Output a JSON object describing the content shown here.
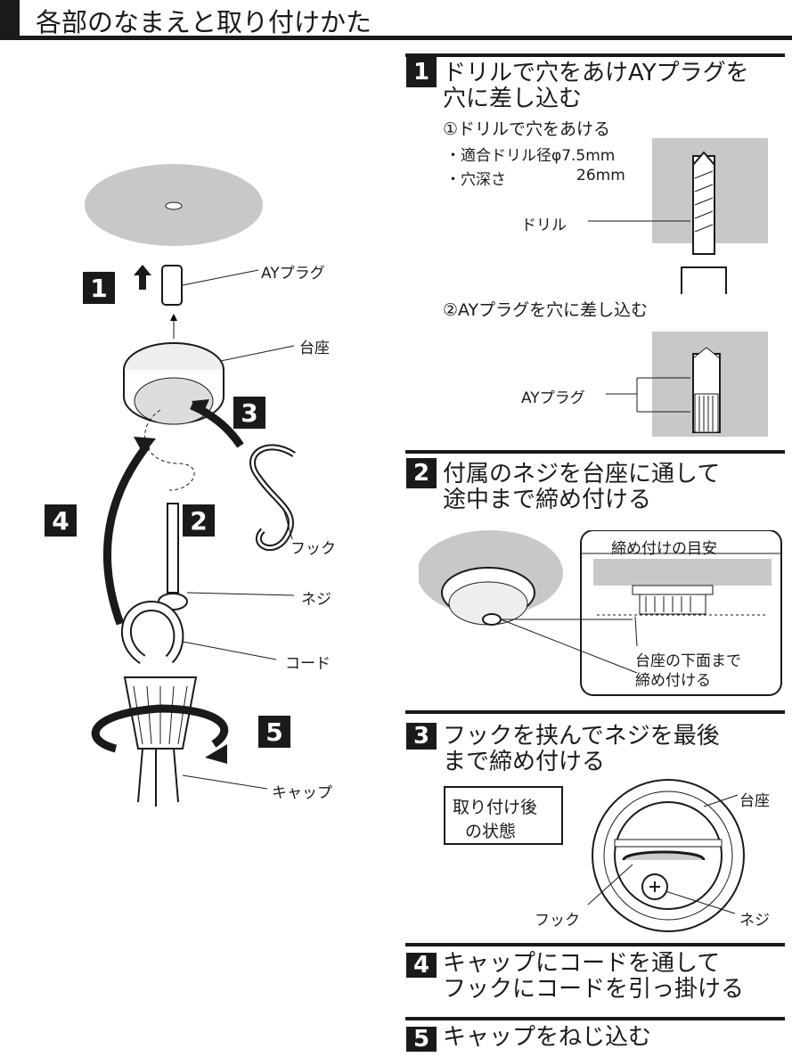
{
  "title": "各部のなまえと取り付けかた",
  "left": {
    "numbers": [
      "1",
      "2",
      "3",
      "4",
      "5"
    ],
    "labels": {
      "plug": "AYプラグ",
      "base": "台座",
      "hook": "フック",
      "screw": "ネジ",
      "cord": "コード",
      "cap": "キャップ"
    }
  },
  "steps": [
    {
      "num": "1",
      "lines": [
        "ドリルで穴をあけAYプラグを",
        "穴に差し込む"
      ],
      "sub1": "①ドリルで穴をあける",
      "bullet1": "・適合ドリル径φ7.5mm",
      "bullet2_label": "・穴深さ",
      "bullet2_value": "26mm",
      "drill_label": "ドリル",
      "sub2": "②AYプラグを穴に差し込む",
      "plug_label": "AYプラグ"
    },
    {
      "num": "2",
      "lines": [
        "付属のネジを台座に通して",
        "途中まで締め付ける"
      ],
      "guide_title": "締め付けの目安",
      "guide_note": [
        "台座の下面まで",
        "締め付ける"
      ]
    },
    {
      "num": "3",
      "lines": [
        "フックを挟んでネジを最後",
        "まで締め付ける"
      ],
      "state_box": [
        "取り付け後",
        "の状態"
      ],
      "base_label": "台座",
      "hook_label": "フック",
      "screw_label": "ネジ"
    },
    {
      "num": "4",
      "lines": [
        "キャップにコードを通して",
        "フックにコードを引っ掛ける"
      ]
    },
    {
      "num": "5",
      "lines": [
        "キャップをねじ込む"
      ]
    }
  ]
}
